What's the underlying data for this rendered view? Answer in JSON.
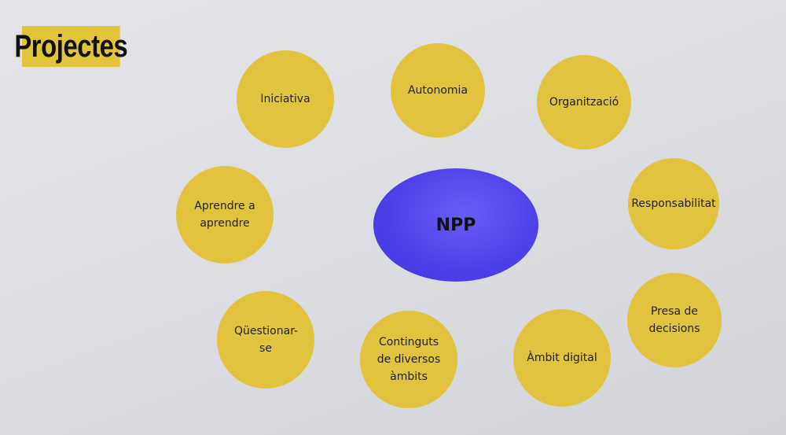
{
  "title": "Projectes",
  "center": {
    "label": "NPP",
    "color": "#4d3fe8"
  },
  "node_color": "#e2c33f",
  "nodes": [
    {
      "label": "Iniciativa"
    },
    {
      "label": "Autonomia"
    },
    {
      "label": "Organització"
    },
    {
      "label": "Responsabilitat"
    },
    {
      "label": "Presa de decisions"
    },
    {
      "label": "Àmbit digital"
    },
    {
      "label": "Continguts de diversos àmbits"
    },
    {
      "label": "Qüestionar-se"
    },
    {
      "label": "Aprendre a aprendre"
    }
  ]
}
